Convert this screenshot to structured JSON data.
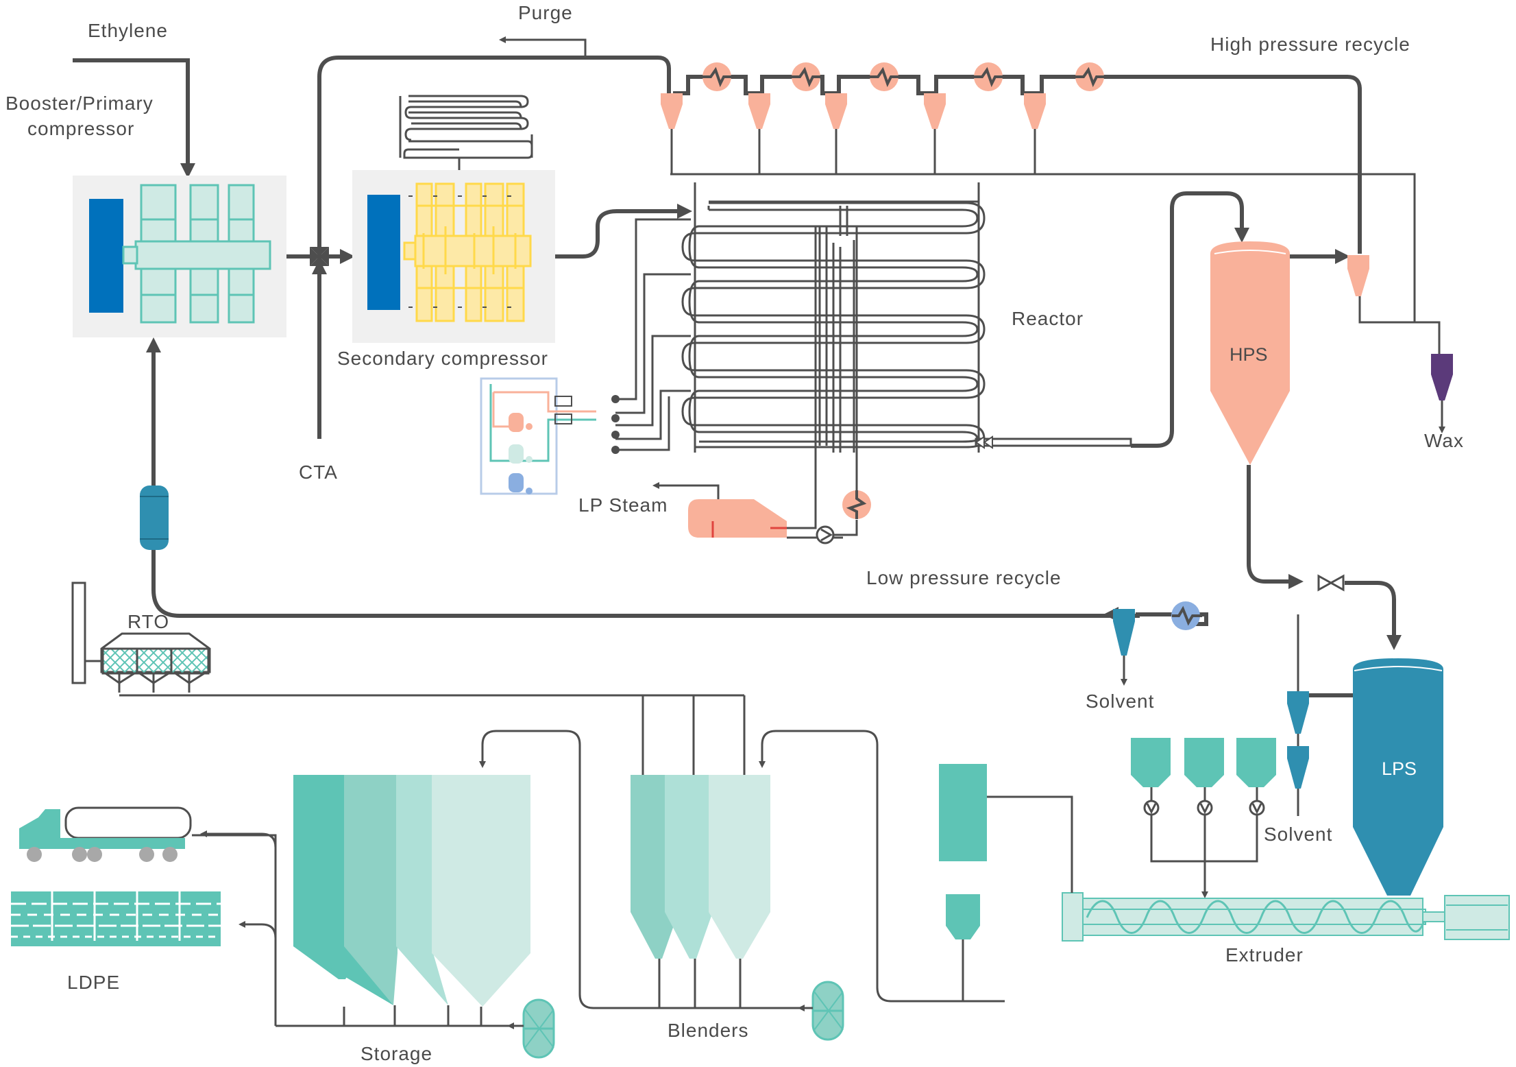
{
  "labels": {
    "ethylene": "Ethylene",
    "purge": "Purge",
    "high_pressure_recycle": "High pressure recycle",
    "booster_line1": "Booster/Primary",
    "booster_line2": "compressor",
    "secondary_compressor": "Secondary compressor",
    "cta": "CTA",
    "reactor": "Reactor",
    "hps": "HPS",
    "wax": "Wax",
    "lp_steam": "LP Steam",
    "low_pressure_recycle": "Low pressure recycle",
    "rto": "RTO",
    "solvent_1": "Solvent",
    "solvent_2": "Solvent",
    "lps": "LPS",
    "extruder": "Extruder",
    "ldpe": "LDPE",
    "storage": "Storage",
    "blenders": "Blenders"
  },
  "colors": {
    "line": "#4e4e4e",
    "teal": "#5ec4b5",
    "teal_light": "#cfeae4",
    "blue": "#0071bc",
    "yellow": "#ffd94a",
    "yellow_fill": "#fde9a7",
    "salmon": "#f9b19a",
    "lps_blue": "#2f8fb0",
    "purple": "#5b3a7a",
    "recycle_hx_blue": "#8aaee0"
  }
}
